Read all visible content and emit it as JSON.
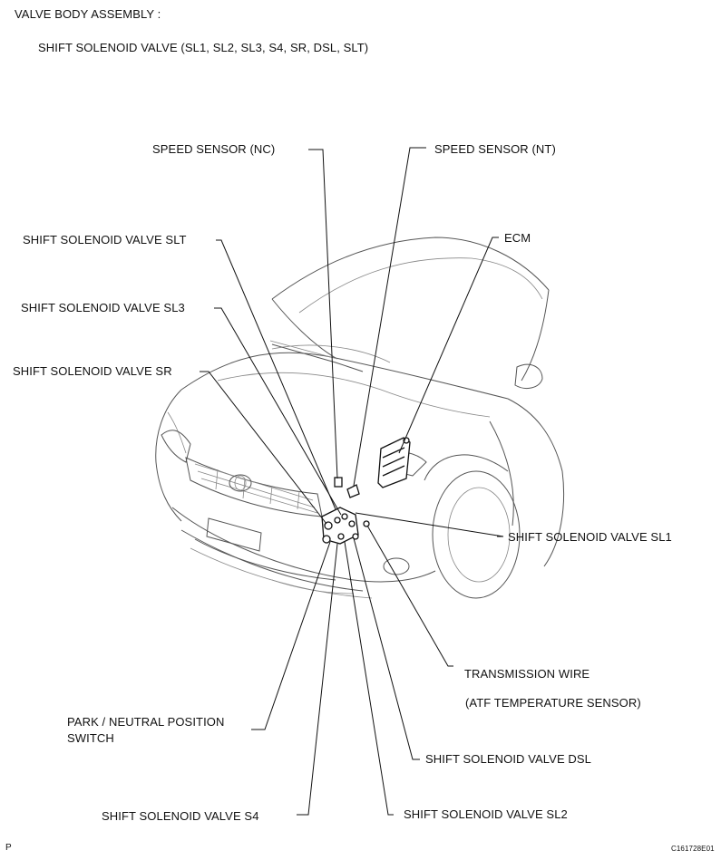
{
  "header": {
    "line1": "VALVE BODY ASSEMBLY :",
    "line2": "SHIFT SOLENOID VALVE (SL1, SL2, SL3, S4, SR, DSL, SLT)"
  },
  "labels": {
    "speed_sensor_nc": "SPEED SENSOR  (NC)",
    "speed_sensor_nt": "SPEED SENSOR (NT)",
    "slt": "SHIFT SOLENOID VALVE SLT",
    "ecm": "ECM",
    "sl3": "SHIFT SOLENOID VALVE SL3",
    "sr": "SHIFT SOLENOID VALVE SR",
    "sl1": "SHIFT SOLENOID VALVE SL1",
    "transmission_wire": "TRANSMISSION WIRE",
    "atf_sensor": "(ATF TEMPERATURE SENSOR)",
    "pnp_line1": "PARK / NEUTRAL POSITION",
    "pnp_line2": "SWITCH",
    "dsl": "SHIFT SOLENOID VALVE DSL",
    "s4": "SHIFT SOLENOID VALVE S4",
    "sl2": "SHIFT SOLENOID VALVE SL2"
  },
  "footer": {
    "left_mark": "P",
    "figure_code": "C161728E01"
  }
}
